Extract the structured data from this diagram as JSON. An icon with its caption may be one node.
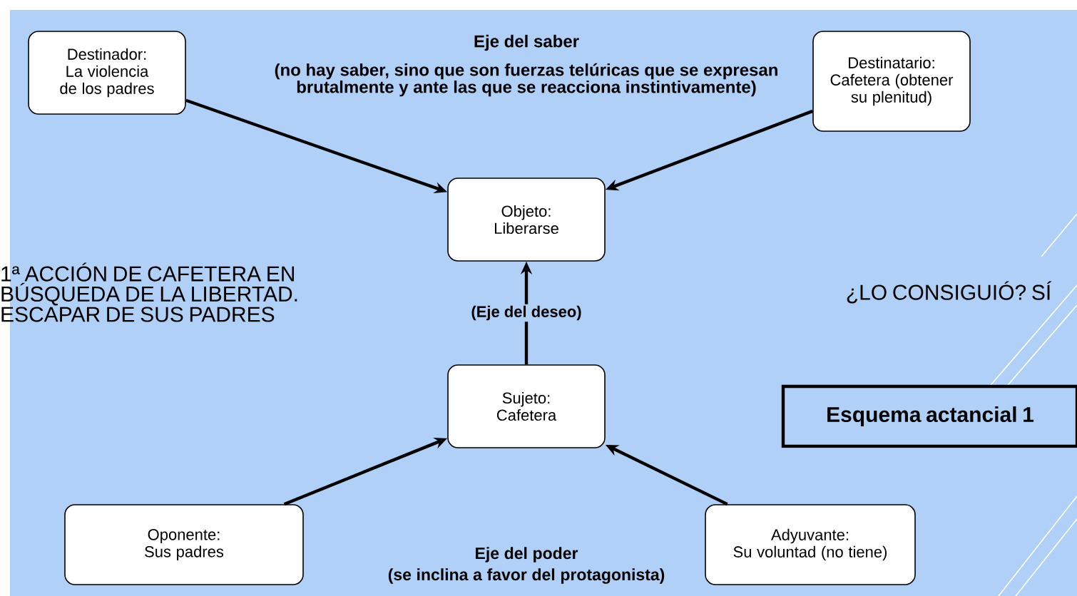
{
  "diagram": {
    "nodes": [
      {
        "text": [
          "Destinador:",
          "La violencia de los padres"
        ]
      },
      {
        "text": [
          "Destinatario:",
          "Cafetera (obtener su plenitud)"
        ]
      },
      {
        "text": [
          "Objeto:",
          "Liberarse"
        ]
      },
      {
        "text": [
          "Sujeto:",
          "Cafetera"
        ]
      },
      {
        "text": [
          "Oponente:",
          "Sus padres"
        ]
      },
      {
        "text": [
          "Adyuvante:",
          "Su voluntad (no tiene)"
        ]
      },
      {
        "text": [
          "Esquema actancial 1"
        ]
      }
    ],
    "edges": [
      {
        "from": 0,
        "to": 2,
        "arrow": "to"
      },
      {
        "from": 1,
        "to": 2,
        "arrow": "to"
      },
      {
        "from": 3,
        "to": 2,
        "arrow": "to",
        "label": "(Eje del deseo)"
      },
      {
        "from": 4,
        "to": 3,
        "arrow": "to"
      },
      {
        "from": 5,
        "to": 3,
        "arrow": "to"
      }
    ],
    "labels": [
      "Eje del saber",
      "(no hay saber, sino que son fuerzas telúricas que se expresan brutalmente y ante las que se reacciona instintivamente)",
      "1ª ACCIÓN DE CAFETERA EN BÚSQUEDA DE LA LIBERTAD. ESCAPAR DE SUS PADRES",
      "¿LO CONSIGUIÓ? SÍ",
      "Eje del poder",
      "(se inclina a favor del protagonista)"
    ]
  }
}
